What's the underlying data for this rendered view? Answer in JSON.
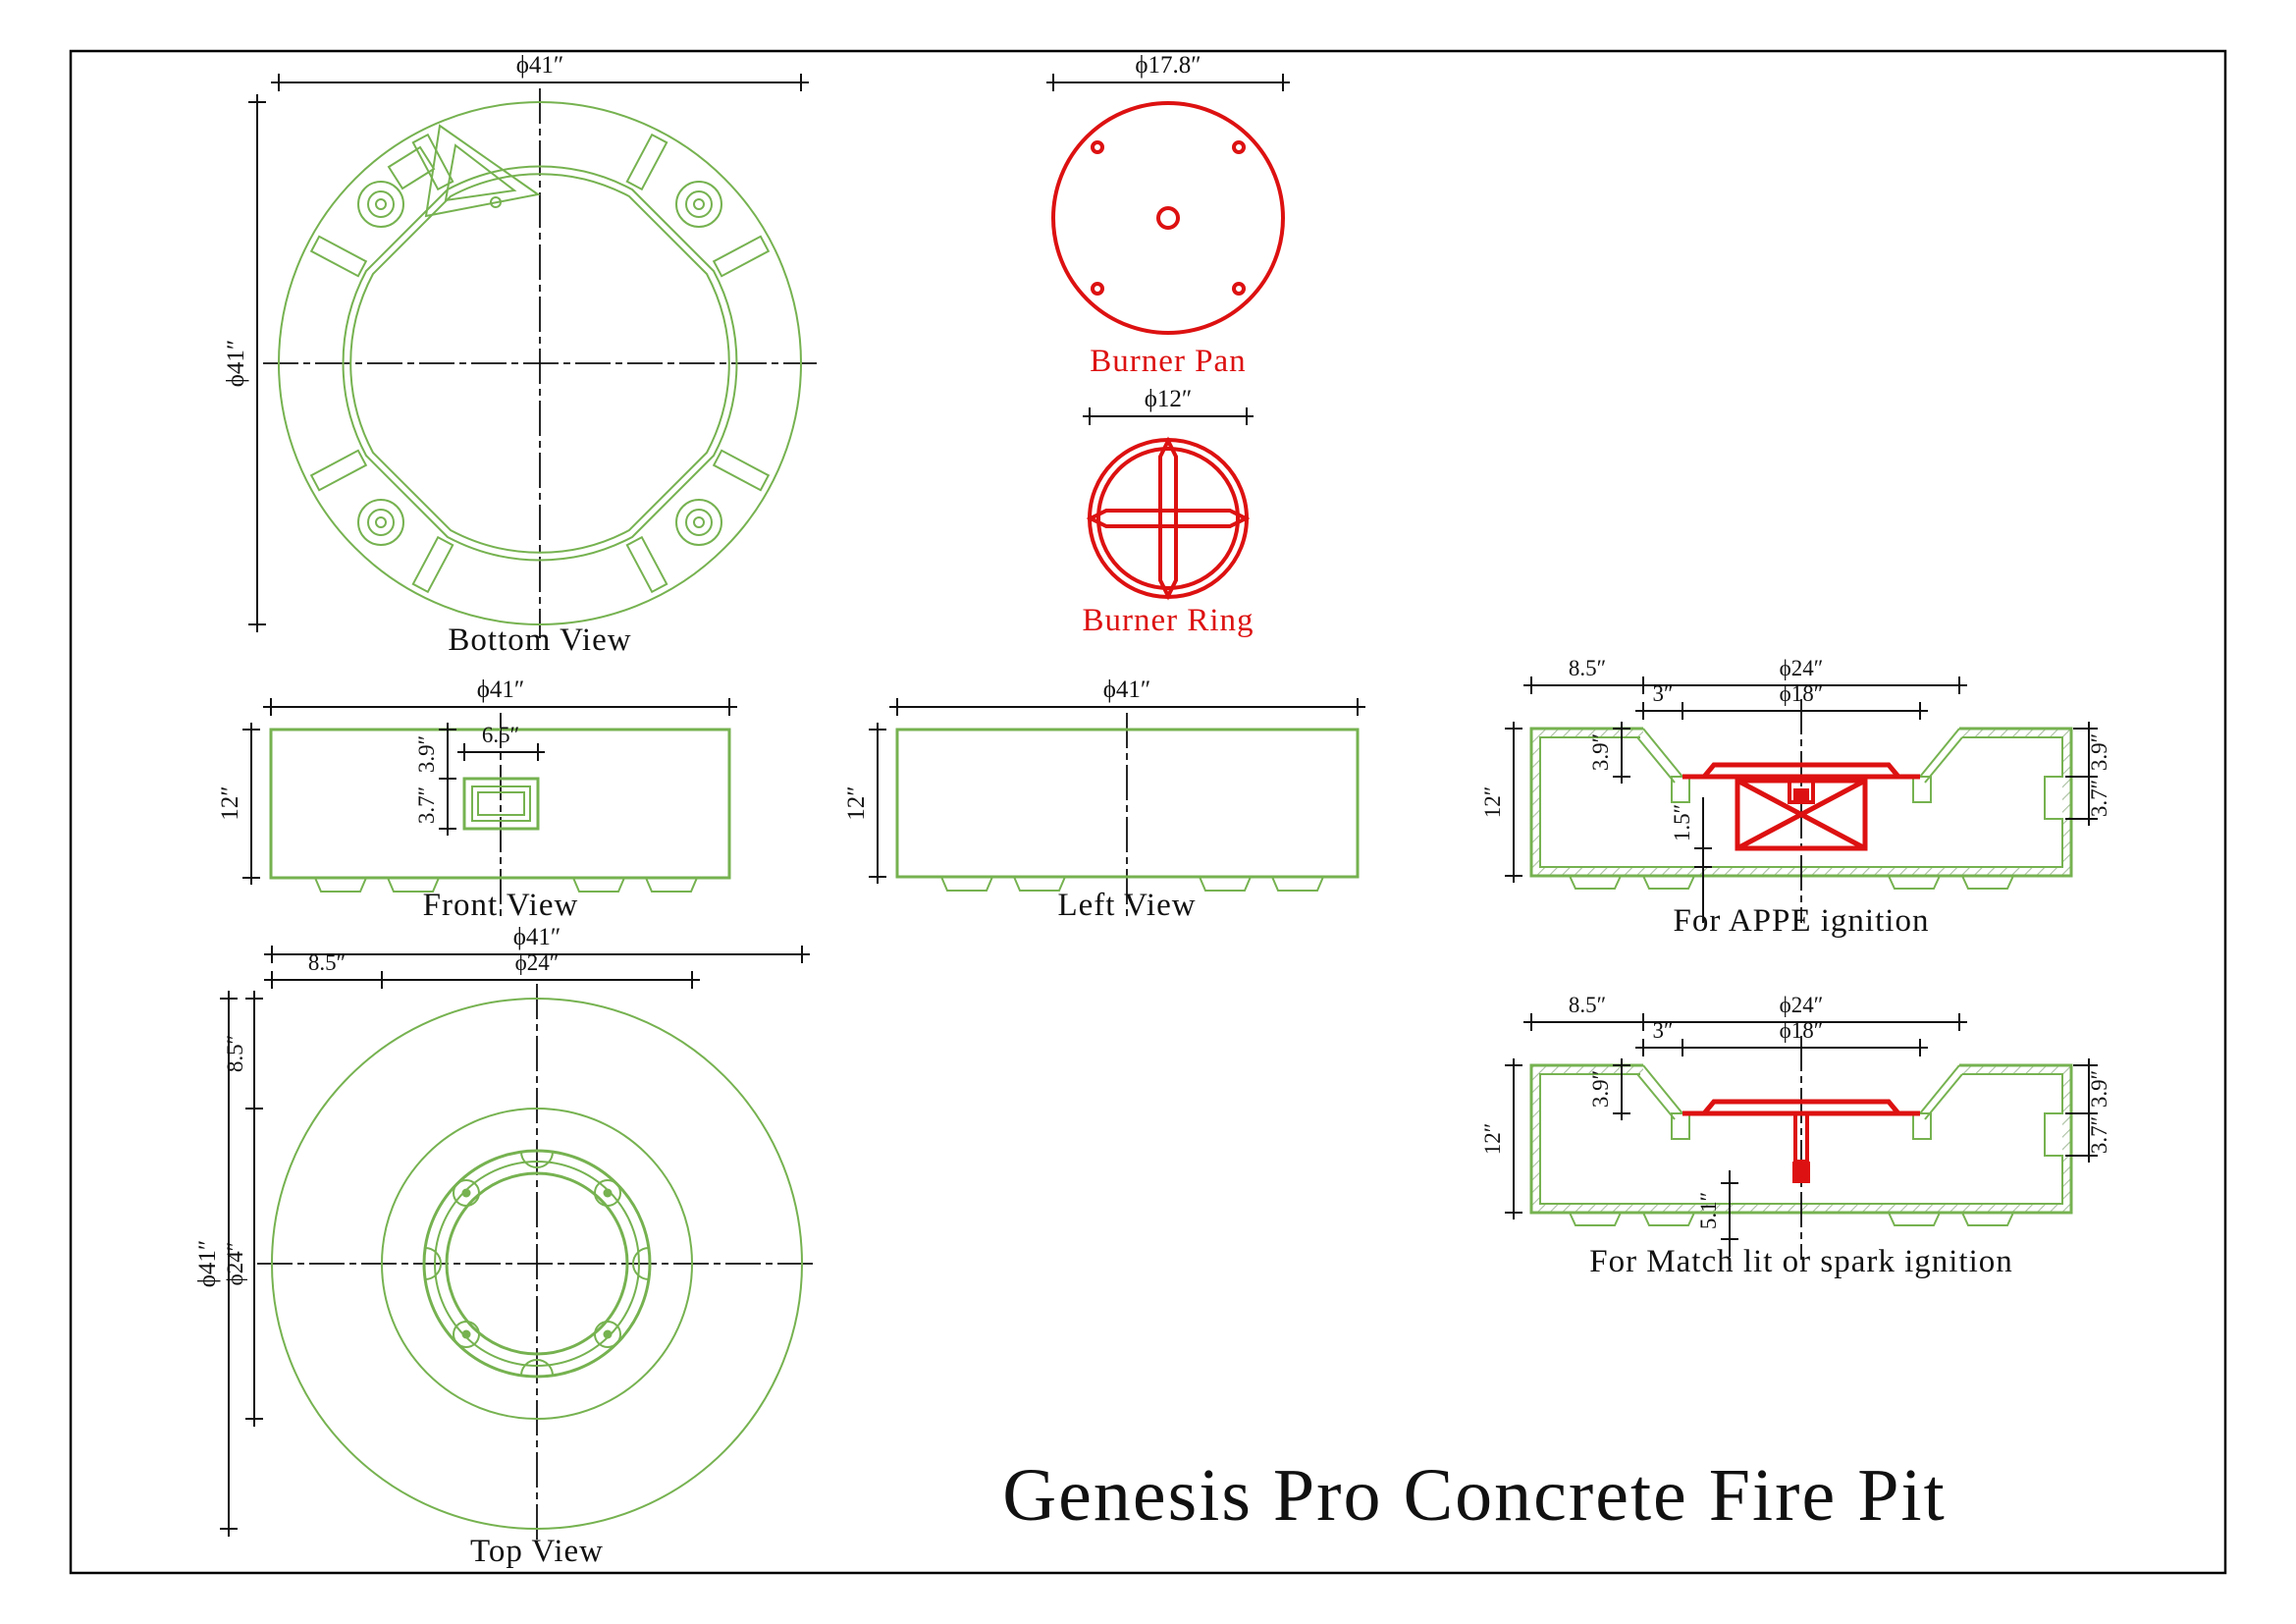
{
  "title": "Genesis Pro Concrete Fire Pit",
  "colors": {
    "outline_green": "#76b250",
    "burner_red": "#dd1111",
    "dimension_black": "#111111",
    "paper": "#ffffff"
  },
  "views": {
    "bottom": {
      "label": "Bottom View",
      "dia_h": "ϕ41″",
      "dia_v": "ϕ41″"
    },
    "burner_pan": {
      "label": "Burner Pan",
      "dia": "ϕ17.8″"
    },
    "burner_ring": {
      "label": "Burner Ring",
      "dia": "ϕ12″"
    },
    "front": {
      "label": "Front View",
      "dia": "ϕ41″",
      "height": "12″",
      "door_w": "6.5″",
      "door_top": "3.9″",
      "door_h": "3.7″"
    },
    "left": {
      "label": "Left View",
      "dia": "ϕ41″",
      "height": "12″"
    },
    "appe": {
      "label": "For APPE ignition",
      "rim": "8.5″",
      "bowl": "ϕ24″",
      "slope": "3″",
      "pan": "ϕ18″",
      "height": "12″",
      "depth": "3.9″",
      "gap": "1.5″",
      "r_top": "3.9″",
      "r_door": "3.7″"
    },
    "match": {
      "label": "For Match lit or spark ignition",
      "rim": "8.5″",
      "bowl": "ϕ24″",
      "slope": "3″",
      "pan": "ϕ18″",
      "height": "12″",
      "depth": "3.9″",
      "pipe": "5.1″",
      "r_top": "3.9″",
      "r_door": "3.7″"
    },
    "top": {
      "label": "Top View",
      "dia_h": "ϕ41″",
      "bowl_h": "ϕ24″",
      "rim_h": "8.5″",
      "rim_v": "8.5″",
      "dia_v": "ϕ41″",
      "bowl_v": "ϕ24″"
    }
  }
}
